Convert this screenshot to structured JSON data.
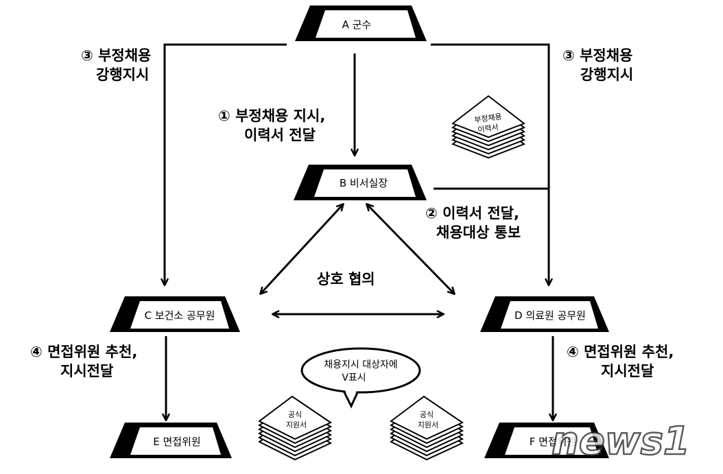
{
  "nodes": {
    "a": "A 군수",
    "b": "B 비서실장",
    "c": "C 보건소 공무원",
    "d": "D 의료원 공무원",
    "e": "E 면접위원",
    "f": "F 면접위원"
  },
  "edges": {
    "step3_left": [
      "③ 부정채용",
      "강행지시"
    ],
    "step3_right": [
      "③ 부정채용",
      "강행지시"
    ],
    "step1": [
      "① 부정채용 지시,",
      "이력서 전달"
    ],
    "step2": [
      "② 이력서 전달,",
      "채용대상 통보"
    ],
    "mutual": "상호 협의",
    "step4_left": [
      "④ 면접위원 추천,",
      "지시전달"
    ],
    "step4_right": [
      "④ 면접위원 추천,",
      "지시전달"
    ]
  },
  "documents": {
    "resume_stack": [
      "부정채용",
      "이력서"
    ],
    "official_left": [
      "공식",
      "지원서"
    ],
    "official_right": [
      "공식",
      "지원서"
    ]
  },
  "bubble": [
    "채용지시 대상자에",
    "V표시"
  ],
  "watermark": "news1"
}
